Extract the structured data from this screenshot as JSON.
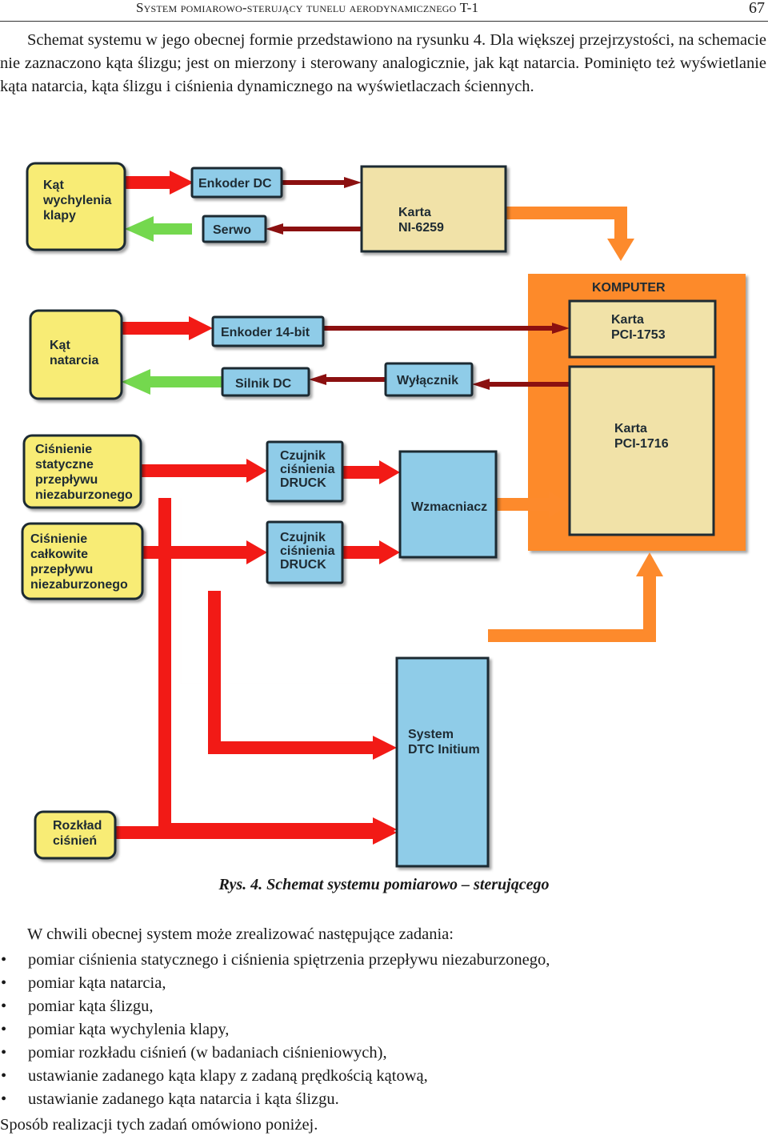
{
  "header": {
    "running_title": "System pomiarowo-sterujący tunelu aerodynamicznego T-1",
    "page_number": "67"
  },
  "intro_paragraph": "Schemat systemu w jego obecnej formie przedstawiono na rysunku 4. Dla większej przejrzystości, na schemacie nie zaznaczono kąta ślizgu; jest on mierzony i sterowany analogicznie, jak kąt natarcia. Pominięto też wyświetlanie kąta natarcia, kąta ślizgu i ciśnienia dynamicznego na wyświetlaczach ściennych.",
  "figure": {
    "boxes": {
      "kat_wychylenia": [
        "Kąt",
        "wychylenia",
        "klapy"
      ],
      "enkoder_dc": [
        "Enkoder DC"
      ],
      "serwo": [
        "Serwo"
      ],
      "karta_ni": [
        "Karta",
        "NI-6259"
      ],
      "komputer": [
        "KOMPUTER"
      ],
      "karta_pci1753": [
        "Karta",
        "PCI-1753"
      ],
      "karta_pci1716": [
        "Karta",
        "PCI-1716"
      ],
      "kat_natarcia": [
        "Kąt",
        "natarcia"
      ],
      "enkoder_14": [
        "Enkoder 14-bit"
      ],
      "silnik_dc": [
        "Silnik DC"
      ],
      "wylacznik": [
        "Wyłącznik"
      ],
      "cisnienie_statyczne": [
        "Ciśnienie",
        "statyczne",
        "przepływu",
        "niezaburzonego"
      ],
      "cisnienie_calkowite": [
        "Ciśnienie",
        "całkowite",
        "przepływu",
        "niezaburzonego"
      ],
      "czujnik_1": [
        "Czujnik",
        "ciśnienia",
        "DRUCK"
      ],
      "czujnik_2": [
        "Czujnik",
        "ciśnienia",
        "DRUCK"
      ],
      "wzmacniacz": [
        "Wzmacniacz"
      ],
      "system_dtc": [
        "System",
        "DTC Initium"
      ],
      "rozklad": [
        "Rozkład",
        "ciśnień"
      ]
    },
    "colors": {
      "yellow": "#f8ec74",
      "blue": "#8fcce8",
      "beige": "#f1e2a8",
      "orange": "#fd8a2c",
      "red": "#f21a16",
      "dark_red": "#8b1010",
      "green": "#74d84e"
    },
    "caption": "Rys. 4. Schemat systemu pomiarowo – sterującego"
  },
  "tasks_intro": "W chwili obecnej system może zrealizować następujące zadania:",
  "tasks": [
    "pomiar ciśnienia statycznego i ciśnienia spiętrzenia przepływu niezaburzonego,",
    "pomiar kąta natarcia,",
    "pomiar kąta ślizgu,",
    "pomiar kąta wychylenia klapy,",
    "pomiar rozkładu ciśnień (w badaniach ciśnieniowych),",
    "ustawianie zadanego kąta klapy z zadaną prędkością kątową,",
    "ustawianie zadanego kąta natarcia i kąta ślizgu."
  ],
  "bullet_symbol": "•",
  "closing_sentence": "Sposób realizacji tych zadań omówiono poniżej."
}
